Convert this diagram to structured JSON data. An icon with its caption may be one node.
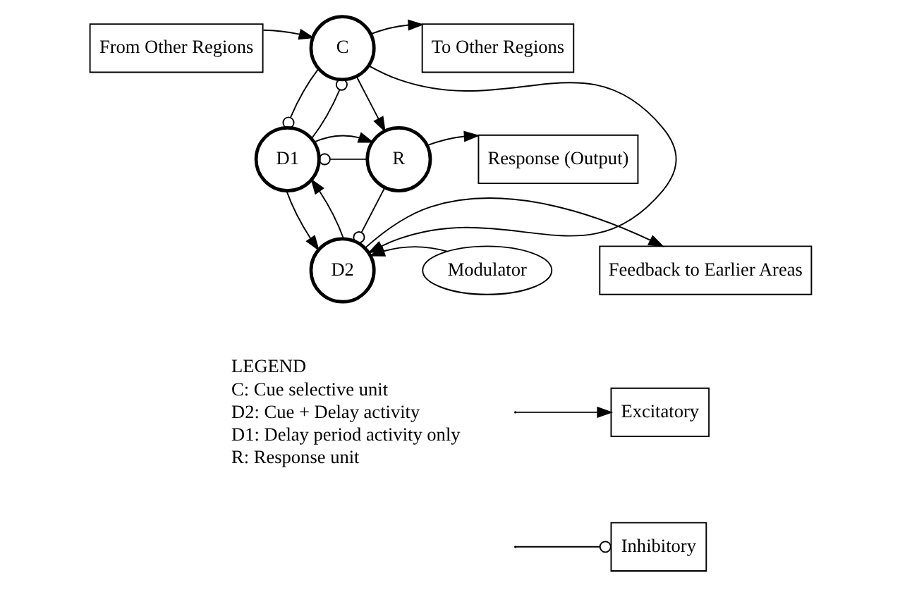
{
  "diagram": {
    "nodes": [
      {
        "text": [
          "From Other Regions"
        ]
      },
      {
        "text": [
          "C"
        ]
      },
      {
        "text": [
          "To Other Regions"
        ]
      },
      {
        "text": [
          "D1"
        ]
      },
      {
        "text": [
          "R"
        ]
      },
      {
        "text": [
          "Response (Output)"
        ]
      },
      {
        "text": [
          "Feedback to Earlier Areas"
        ]
      },
      {
        "text": [
          "D2"
        ]
      },
      {
        "text": [
          "Modulator"
        ]
      }
    ],
    "edges": [
      {
        "from": 0,
        "to": 1,
        "arrow": "to"
      },
      {
        "from": 1,
        "to": 2,
        "arrow": "to"
      },
      {
        "from": 1,
        "to": 4,
        "arrow": "to"
      },
      {
        "from": 1,
        "to": 7,
        "arrow": "to"
      },
      {
        "from": 1,
        "to": 3,
        "arrow": "other"
      },
      {
        "from": 3,
        "to": 1,
        "arrow": "other"
      },
      {
        "from": 4,
        "to": 3,
        "arrow": "other"
      },
      {
        "from": 3,
        "to": 4,
        "arrow": "to"
      },
      {
        "from": 4,
        "to": 5,
        "arrow": "to"
      },
      {
        "from": 3,
        "to": 7,
        "arrow": "to"
      },
      {
        "from": 7,
        "to": 3,
        "arrow": "to"
      },
      {
        "from": 4,
        "to": 7,
        "arrow": "other"
      },
      {
        "from": 7,
        "to": 6,
        "arrow": "to"
      },
      {
        "from": 8,
        "to": 7,
        "arrow": "to"
      }
    ],
    "labels": [
      "LEGEND",
      "C: Cue selective unit",
      "D2: Cue + Delay activity",
      "D1: Delay period activity only",
      "R: Response unit"
    ],
    "legend": [
      {
        "text": "Excitatory"
      },
      {
        "text": "Inhibitory"
      }
    ]
  }
}
